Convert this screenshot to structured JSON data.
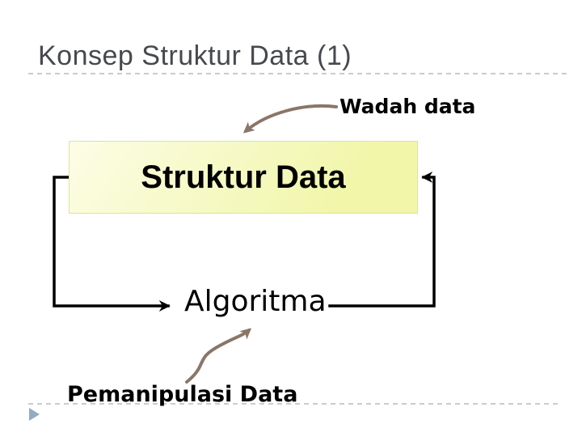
{
  "header": {
    "title": "Konsep Struktur Data (1)"
  },
  "diagram": {
    "wadah_label": "Wadah data",
    "box_label": "Struktur Data",
    "algoritma_label": "Algoritma",
    "pemanipulasi_label": "Pemanipulasi Data"
  },
  "icons": {
    "nav_triangle": "play-triangle-icon",
    "arrows": [
      "curved-arrow-wadah-to-box",
      "loop-arrow-box-to-algoritma",
      "loop-arrow-algoritma-to-box",
      "curved-arrow-pemanipulasi-to-algoritma"
    ]
  },
  "colors": {
    "background": "#ffffff",
    "title_text": "#46494d",
    "label_text": "#000000",
    "box_fill_top": "#fcfde6",
    "box_fill_bottom": "#f1f6a9",
    "box_border": "#dde2a2",
    "connector": "#000000",
    "curved_arrow": "#8a7668",
    "dashed_rule": "#b7bbbe",
    "nav_triangle": "#96abc2"
  }
}
